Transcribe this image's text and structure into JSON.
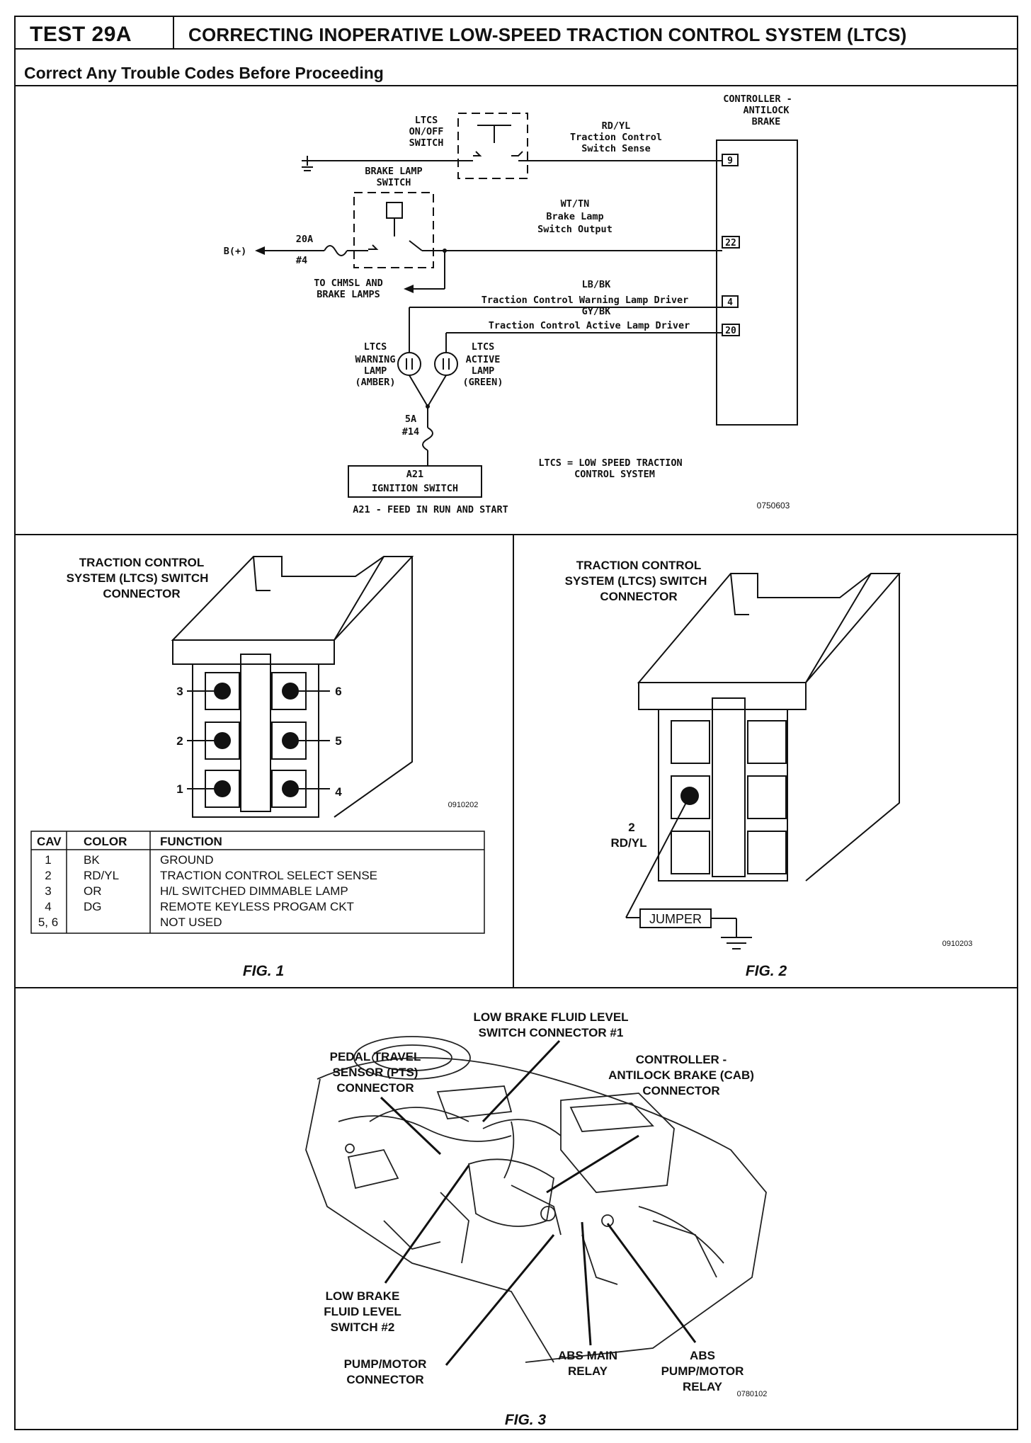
{
  "header": {
    "test_id": "TEST 29A",
    "title": "CORRECTING INOPERATIVE LOW-SPEED TRACTION CONTROL SYSTEM (LTCS)",
    "subtitle": "Correct Any Trouble Codes Before Proceeding"
  },
  "schematic": {
    "controller_label": [
      "CONTROLLER -",
      "ANTILOCK",
      "BRAKE"
    ],
    "ltcs_switch_label": [
      "LTCS",
      "ON/OFF",
      "SWITCH"
    ],
    "brake_lamp_switch_label": [
      "BRAKE LAMP",
      "SWITCH"
    ],
    "wire_rd_yl": [
      "RD/YL",
      "Traction Control",
      "Switch Sense"
    ],
    "wire_wt_tn": [
      "WT/TN",
      "Brake Lamp",
      "Switch Output"
    ],
    "wire_lb_bk": [
      "LB/BK",
      "Traction Control Warning Lamp Driver"
    ],
    "wire_gy_bk": [
      "GY/BK",
      "Traction Control Active Lamp Driver"
    ],
    "pins": [
      "9",
      "22",
      "4",
      "20"
    ],
    "battery": "B(+)",
    "fuse_20a": [
      "20A",
      "#4"
    ],
    "fuse_5a": [
      "5A",
      "#14"
    ],
    "chmsl": [
      "TO CHMSL AND",
      "BRAKE LAMPS"
    ],
    "warning_lamp": [
      "LTCS",
      "WARNING",
      "LAMP",
      "(AMBER)"
    ],
    "active_lamp": [
      "LTCS",
      "ACTIVE",
      "LAMP",
      "(GREEN)"
    ],
    "ignition_switch": [
      "A21",
      "IGNITION SWITCH"
    ],
    "ignition_note": "A21 - FEED IN RUN AND START",
    "legend_note": [
      "LTCS = LOW SPEED TRACTION",
      "CONTROL SYSTEM"
    ],
    "ref_code": "0750603"
  },
  "fig1": {
    "title": [
      "TRACTION CONTROL",
      "SYSTEM (LTCS) SWITCH",
      "CONNECTOR"
    ],
    "pin_labels": [
      "3",
      "6",
      "2",
      "5",
      "1",
      "4"
    ],
    "ref_code": "0910202",
    "table": {
      "headers": [
        "CAV",
        "COLOR",
        "FUNCTION"
      ],
      "rows": [
        {
          "cav": "1",
          "color": "BK",
          "function": "GROUND"
        },
        {
          "cav": "2",
          "color": "RD/YL",
          "function": "TRACTION CONTROL SELECT SENSE"
        },
        {
          "cav": "3",
          "color": "OR",
          "function": "H/L SWITCHED DIMMABLE LAMP"
        },
        {
          "cav": "4",
          "color": "DG",
          "function": "REMOTE KEYLESS PROGAM CKT"
        },
        {
          "cav": "5, 6",
          "color": "",
          "function": "NOT USED"
        }
      ]
    },
    "caption": "FIG. 1"
  },
  "fig2": {
    "title": [
      "TRACTION CONTROL",
      "SYSTEM (LTCS) SWITCH",
      "CONNECTOR"
    ],
    "pin_label": [
      "2",
      "RD/YL"
    ],
    "jumper": "JUMPER",
    "ref_code": "0910203",
    "caption": "FIG. 2"
  },
  "fig3": {
    "callouts": {
      "low_brake_1": [
        "LOW BRAKE FLUID LEVEL",
        "SWITCH CONNECTOR #1"
      ],
      "pts": [
        "PEDAL TRAVEL",
        "SENSOR (PTS)",
        "CONNECTOR"
      ],
      "cab": [
        "CONTROLLER -",
        "ANTILOCK BRAKE (CAB)",
        "CONNECTOR"
      ],
      "low_brake_2": [
        "LOW BRAKE",
        "FLUID LEVEL",
        "SWITCH #2"
      ],
      "pump_motor": [
        "PUMP/MOTOR",
        "CONNECTOR"
      ],
      "abs_main": [
        "ABS MAIN",
        "RELAY"
      ],
      "abs_pump": [
        "ABS",
        "PUMP/MOTOR",
        "RELAY"
      ]
    },
    "ref_code": "0780102",
    "caption": "FIG. 3"
  }
}
